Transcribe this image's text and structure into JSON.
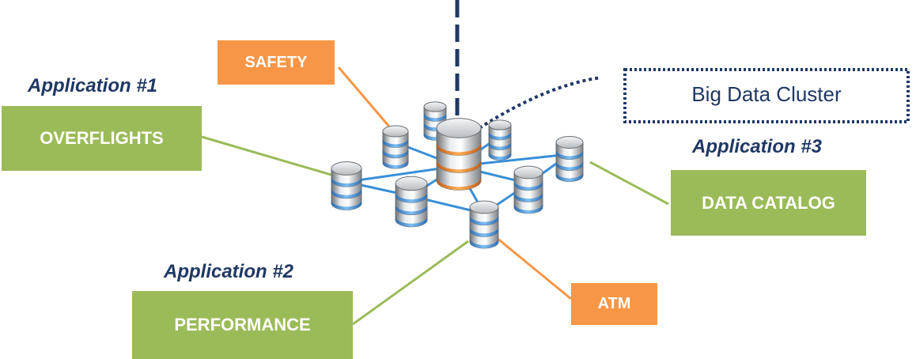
{
  "colors": {
    "green": "#9bbb59",
    "orange": "#f79646",
    "navy": "#1f3864",
    "link_blue": "#3a8fd8"
  },
  "cluster": {
    "label": "Big Data Cluster"
  },
  "applications": [
    {
      "label": "Application #1",
      "box": "OVERFLIGHTS"
    },
    {
      "label": "Application #2",
      "box": "PERFORMANCE"
    },
    {
      "label": "Application #3",
      "box": "DATA CATALOG"
    }
  ],
  "domains": [
    {
      "box": "SAFETY"
    },
    {
      "box": "ATM"
    }
  ]
}
